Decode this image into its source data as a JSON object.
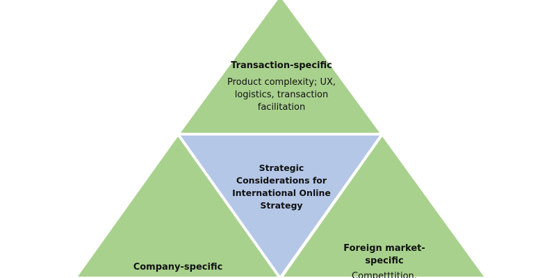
{
  "diagram": {
    "colors": {
      "green": "#a9d18e",
      "blue": "#b4c7e7",
      "border": "#ffffff"
    },
    "top": {
      "title": "Transaction-specific",
      "body": "Product complexity; UX, logistics, transaction facilitation"
    },
    "center": {
      "title": "Strategic Considerations for International Online Strategy"
    },
    "right": {
      "title": "Foreign market-specific",
      "body": "Competttition,"
    },
    "left": {
      "title": "Company-specific"
    }
  }
}
